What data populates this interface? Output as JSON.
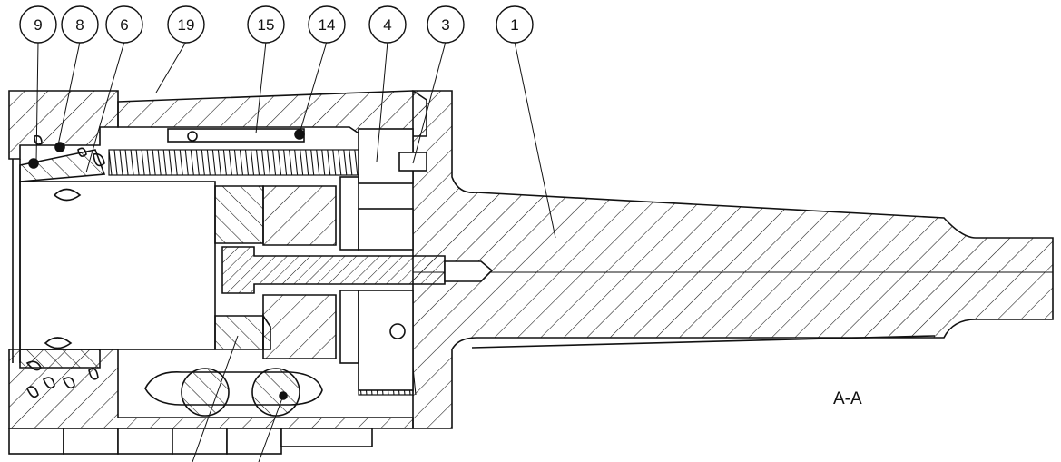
{
  "drawing": {
    "section_label": "A-A",
    "callouts": [
      {
        "id": "callout-9",
        "label": "9"
      },
      {
        "id": "callout-8",
        "label": "8"
      },
      {
        "id": "callout-6",
        "label": "6"
      },
      {
        "id": "callout-19",
        "label": "19"
      },
      {
        "id": "callout-15",
        "label": "15"
      },
      {
        "id": "callout-14",
        "label": "14"
      },
      {
        "id": "callout-4",
        "label": "4"
      },
      {
        "id": "callout-3",
        "label": "3"
      },
      {
        "id": "callout-1",
        "label": "1"
      }
    ]
  }
}
